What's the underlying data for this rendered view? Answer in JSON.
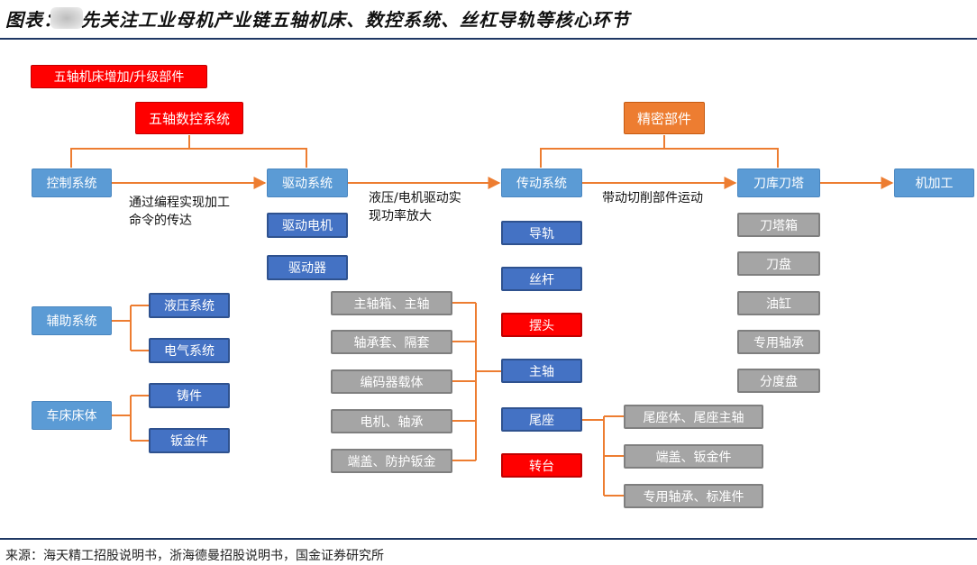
{
  "header": {
    "title": "图表：优先关注工业母机产业链五轴机床、数控系统、丝杠导轨等核心环节"
  },
  "legend": {
    "label": "五轴机床增加/升级部件"
  },
  "groups": {
    "nc_system": "五轴数控系统",
    "precision_parts": "精密部件"
  },
  "flow": {
    "control": "控制系统",
    "drive": "驱动系统",
    "transmission": "传动系统",
    "tool": "刀库刀塔",
    "machining": "机加工",
    "note1_line1": "通过编程实现加工",
    "note1_line2": "命令的传达",
    "note2_line1": "液压/电机驱动实",
    "note2_line2": "现功率放大",
    "note3": "带动切削部件运动"
  },
  "drive_parts": [
    "驱动电机",
    "驱动器"
  ],
  "aux": {
    "label": "辅助系统",
    "items": [
      "液压系统",
      "电气系统"
    ]
  },
  "bed": {
    "label": "车床床体",
    "items": [
      "铸件",
      "钣金件"
    ]
  },
  "transmission_parts": [
    "导轨",
    "丝杆",
    "摆头",
    "主轴",
    "尾座",
    "转台"
  ],
  "spindle_parts": [
    "主轴箱、主轴",
    "轴承套、隔套",
    "编码器载体",
    "电机、轴承",
    "端盖、防护钣金"
  ],
  "tailstock_parts": [
    "尾座体、尾座主轴",
    "端盖、钣金件",
    "专用轴承、标准件"
  ],
  "tool_parts": [
    "刀塔箱",
    "刀盘",
    "油缸",
    "专用轴承",
    "分度盘"
  ],
  "colors": {
    "connector": "#ed7d31",
    "light_blue": "#5b9bd5",
    "dark_blue": "#4472c4",
    "highlight_red": "#ff0000",
    "orange": "#ed7d31",
    "gray": "#a5a5a5",
    "rule": "#1f3864"
  },
  "footer": {
    "source": "来源：海天精工招股说明书，浙海德曼招股说明书，国金证券研究所"
  }
}
